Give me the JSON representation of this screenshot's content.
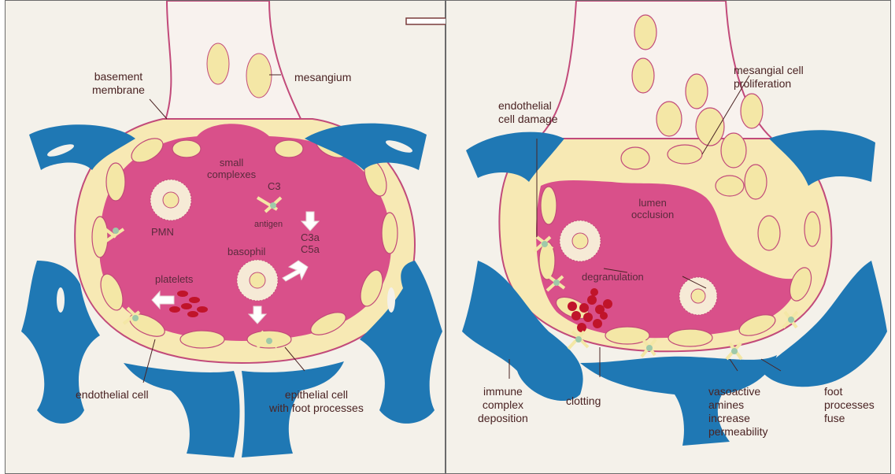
{
  "left_panel": {
    "labels": {
      "basement_membrane": "basement\nmembrane",
      "mesangium": "mesangium",
      "small_complexes": "small\ncomplexes",
      "c3": "C3",
      "antigen": "antigen",
      "c3a_c5a": "C3a\nC5a",
      "pmn": "PMN",
      "basophil": "basophil",
      "platelets": "platelets",
      "endothelial_cell": "endothelial cell",
      "epithelial_cell": "epithelial cell\nwith foot processes"
    }
  },
  "right_panel": {
    "labels": {
      "endothelial_damage": "endothelial\ncell damage",
      "mesangial_proliferation": "mesangial cell\nproliferation",
      "lumen_occlusion": "lumen\nocclusion",
      "degranulation": "degranulation",
      "immune_complex": "immune\ncomplex\ndeposition",
      "clotting": "clotting",
      "vasoactive": "vasoactive\namines\nincrease\npermeability",
      "foot_processes": "foot\nprocesses\nfuse"
    }
  },
  "colors": {
    "lumen": "#d9508a",
    "cell": "#f4e7a6",
    "foot_process": "#1f78b4",
    "membrane": "#c24a7a",
    "platelet": "#c0142a"
  }
}
